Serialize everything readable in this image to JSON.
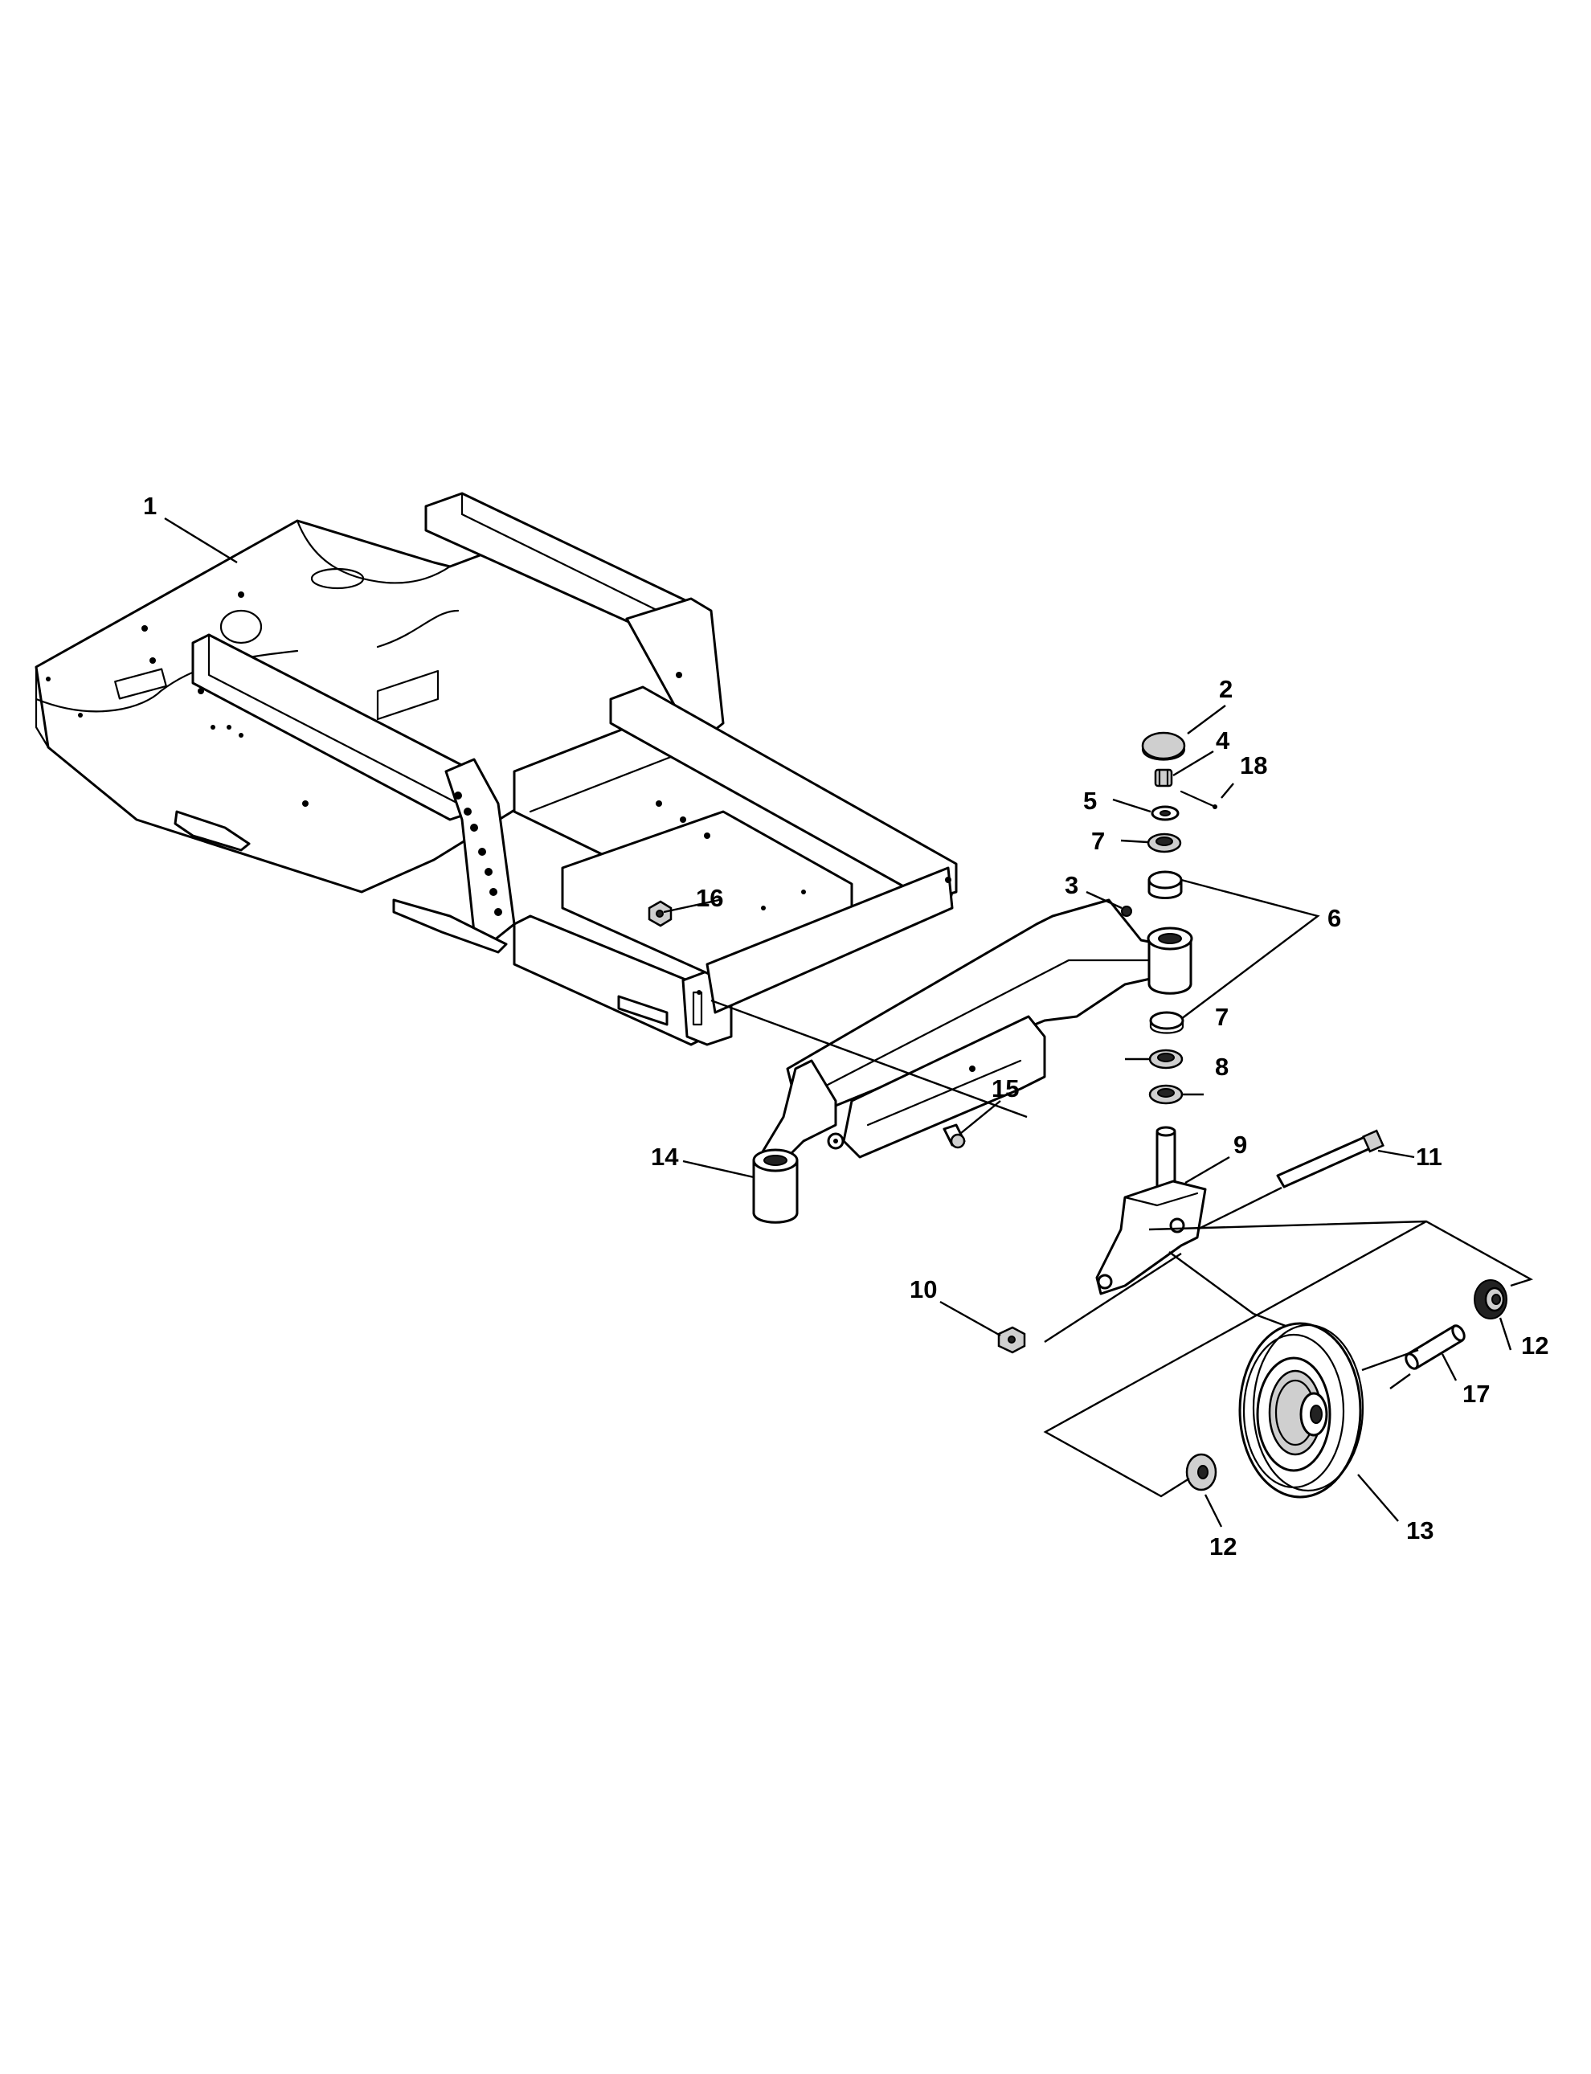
{
  "callouts": [
    {
      "id": "c1",
      "text": "1"
    },
    {
      "id": "c2",
      "text": "2"
    },
    {
      "id": "c3",
      "text": "3"
    },
    {
      "id": "c4",
      "text": "4"
    },
    {
      "id": "c5",
      "text": "5"
    },
    {
      "id": "c6",
      "text": "6"
    },
    {
      "id": "c7a",
      "text": "7"
    },
    {
      "id": "c7b",
      "text": "7"
    },
    {
      "id": "c8",
      "text": "8"
    },
    {
      "id": "c9",
      "text": "9"
    },
    {
      "id": "c10",
      "text": "10"
    },
    {
      "id": "c11",
      "text": "11"
    },
    {
      "id": "c12a",
      "text": "12"
    },
    {
      "id": "c12b",
      "text": "12"
    },
    {
      "id": "c13",
      "text": "13"
    },
    {
      "id": "c14",
      "text": "14"
    },
    {
      "id": "c15",
      "text": "15"
    },
    {
      "id": "c16",
      "text": "16"
    },
    {
      "id": "c17",
      "text": "17"
    },
    {
      "id": "c18",
      "text": "18"
    }
  ]
}
